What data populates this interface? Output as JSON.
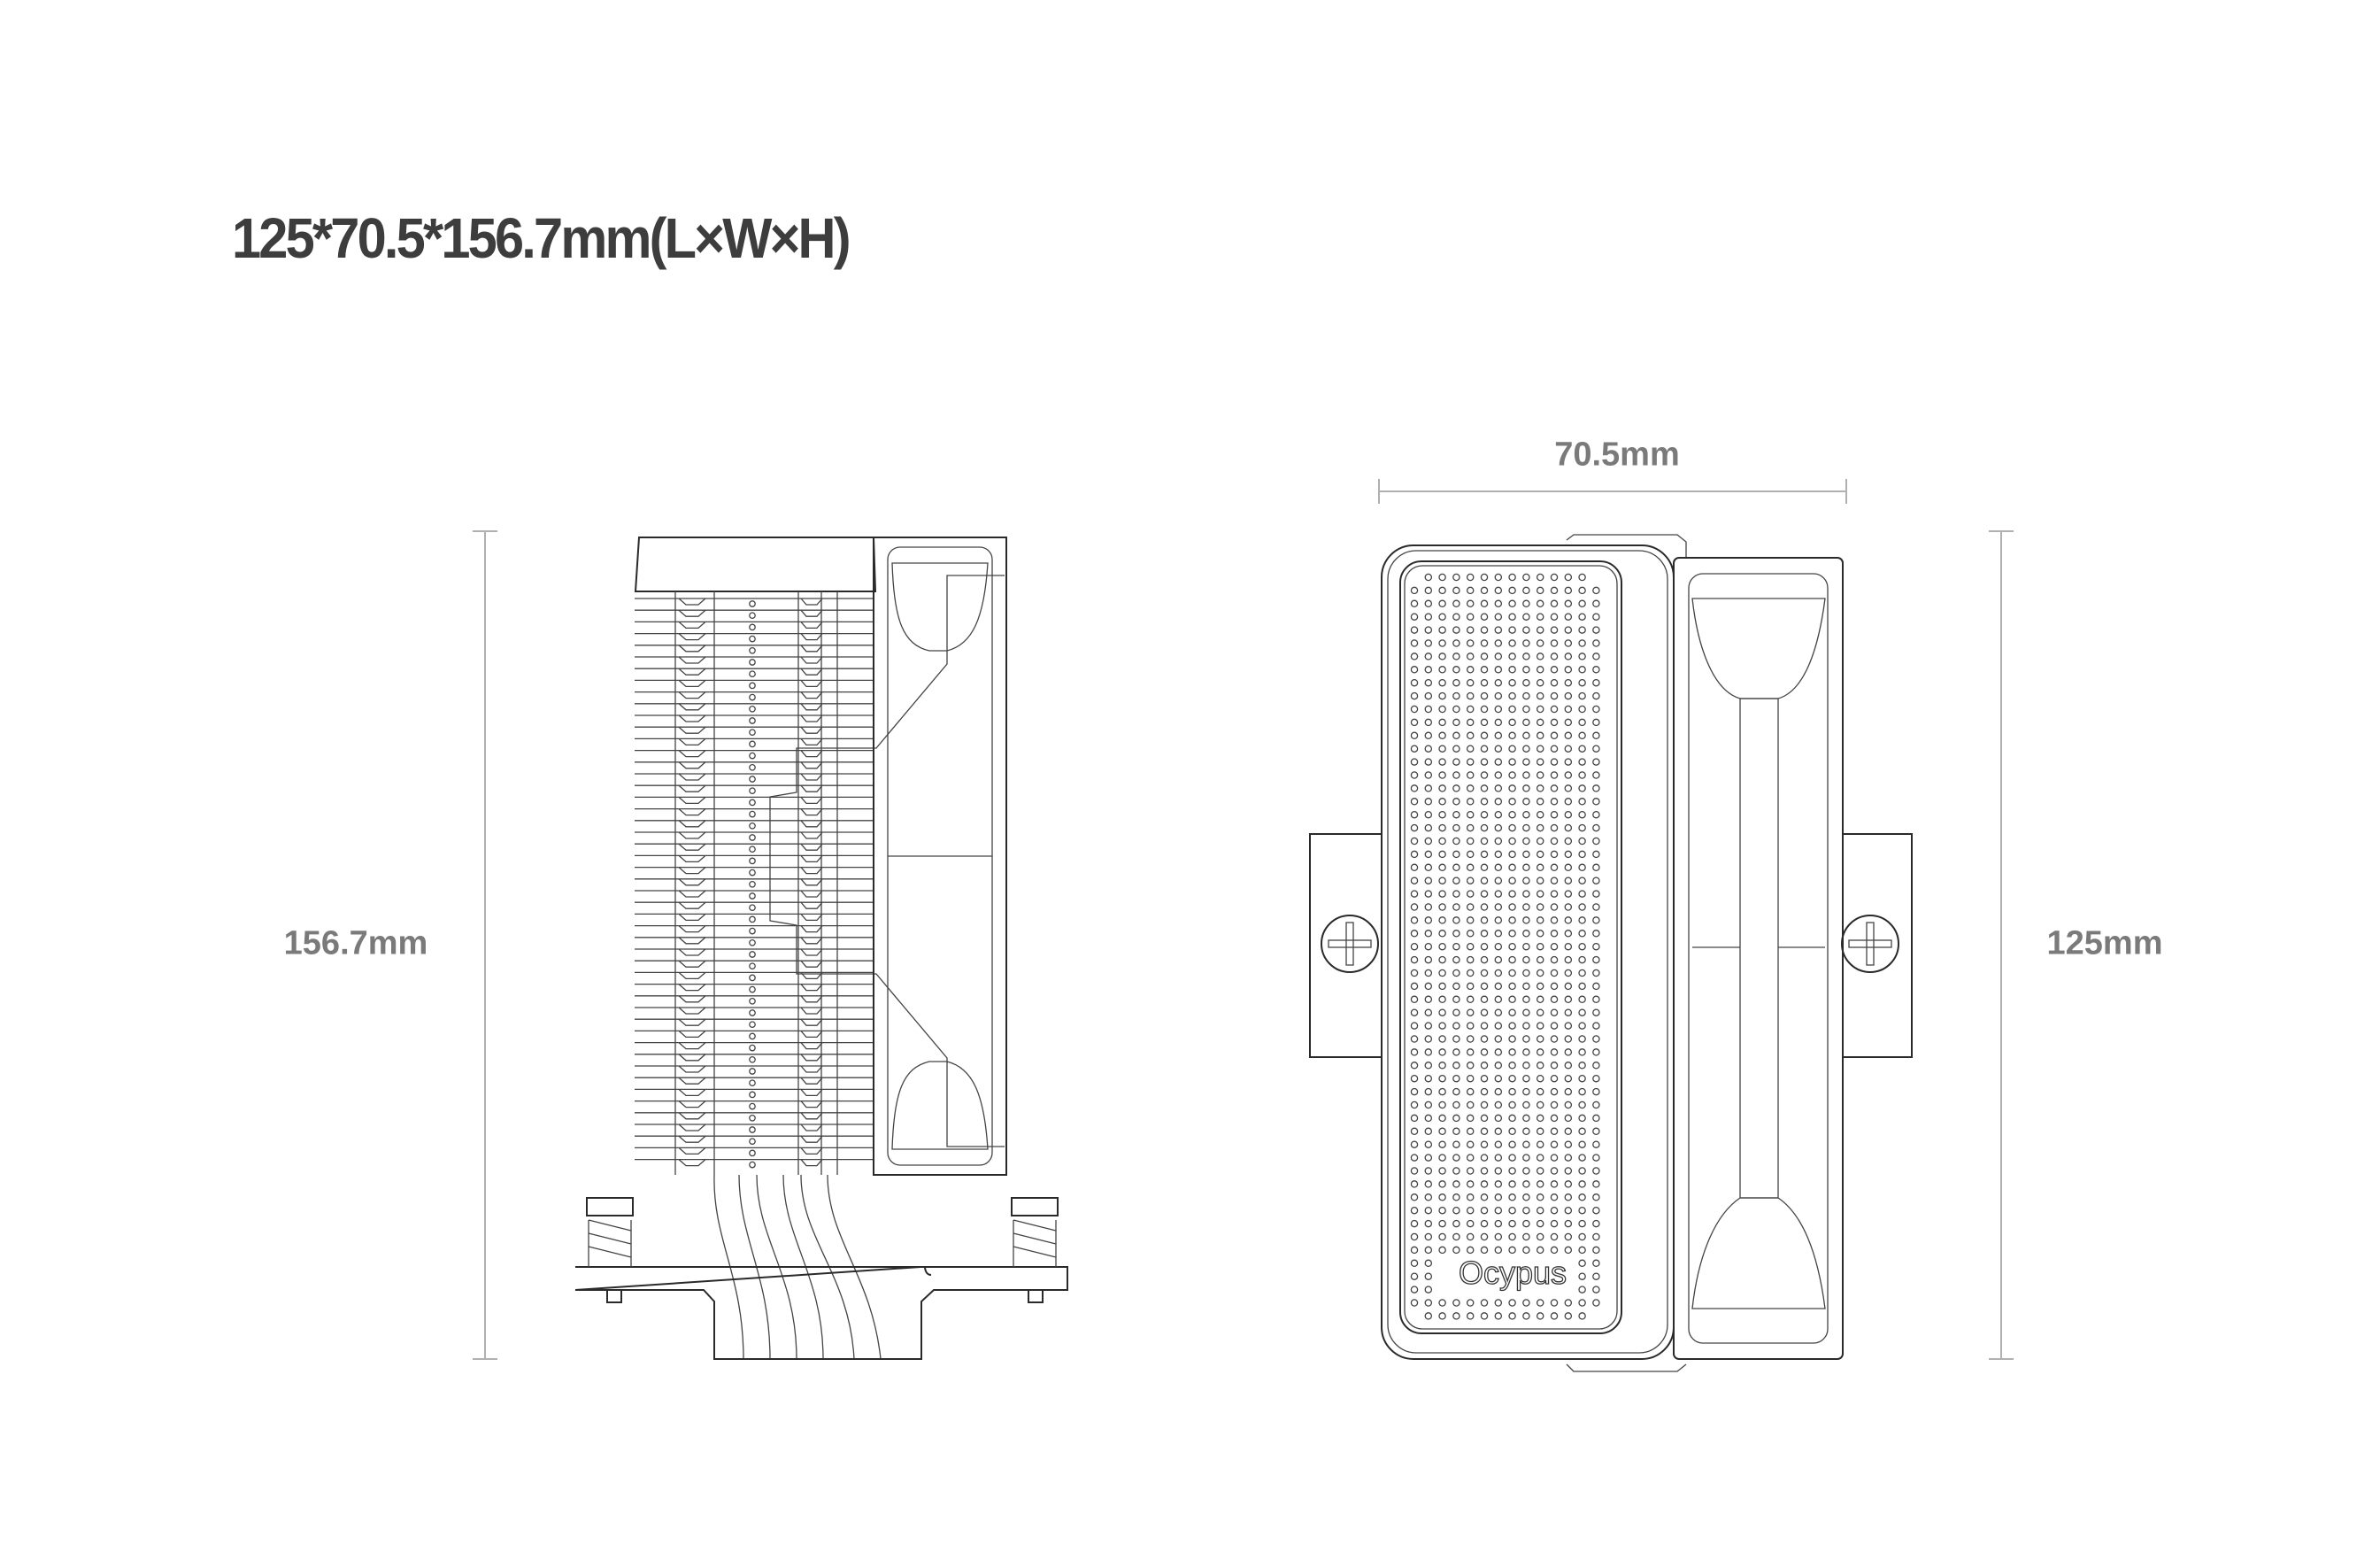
{
  "title": "125*70.5*156.7mm(L×W×H)",
  "dimensions": {
    "height_label": "156.7mm",
    "width_label": "70.5mm",
    "length_label": "125mm"
  },
  "brand_logo": "Ocypus",
  "colors": {
    "title": "#3d3d3d",
    "dimension_label": "#7a7a7a",
    "dimension_line": "#b0b0b0",
    "drawing_line": "#2a2a2a"
  }
}
